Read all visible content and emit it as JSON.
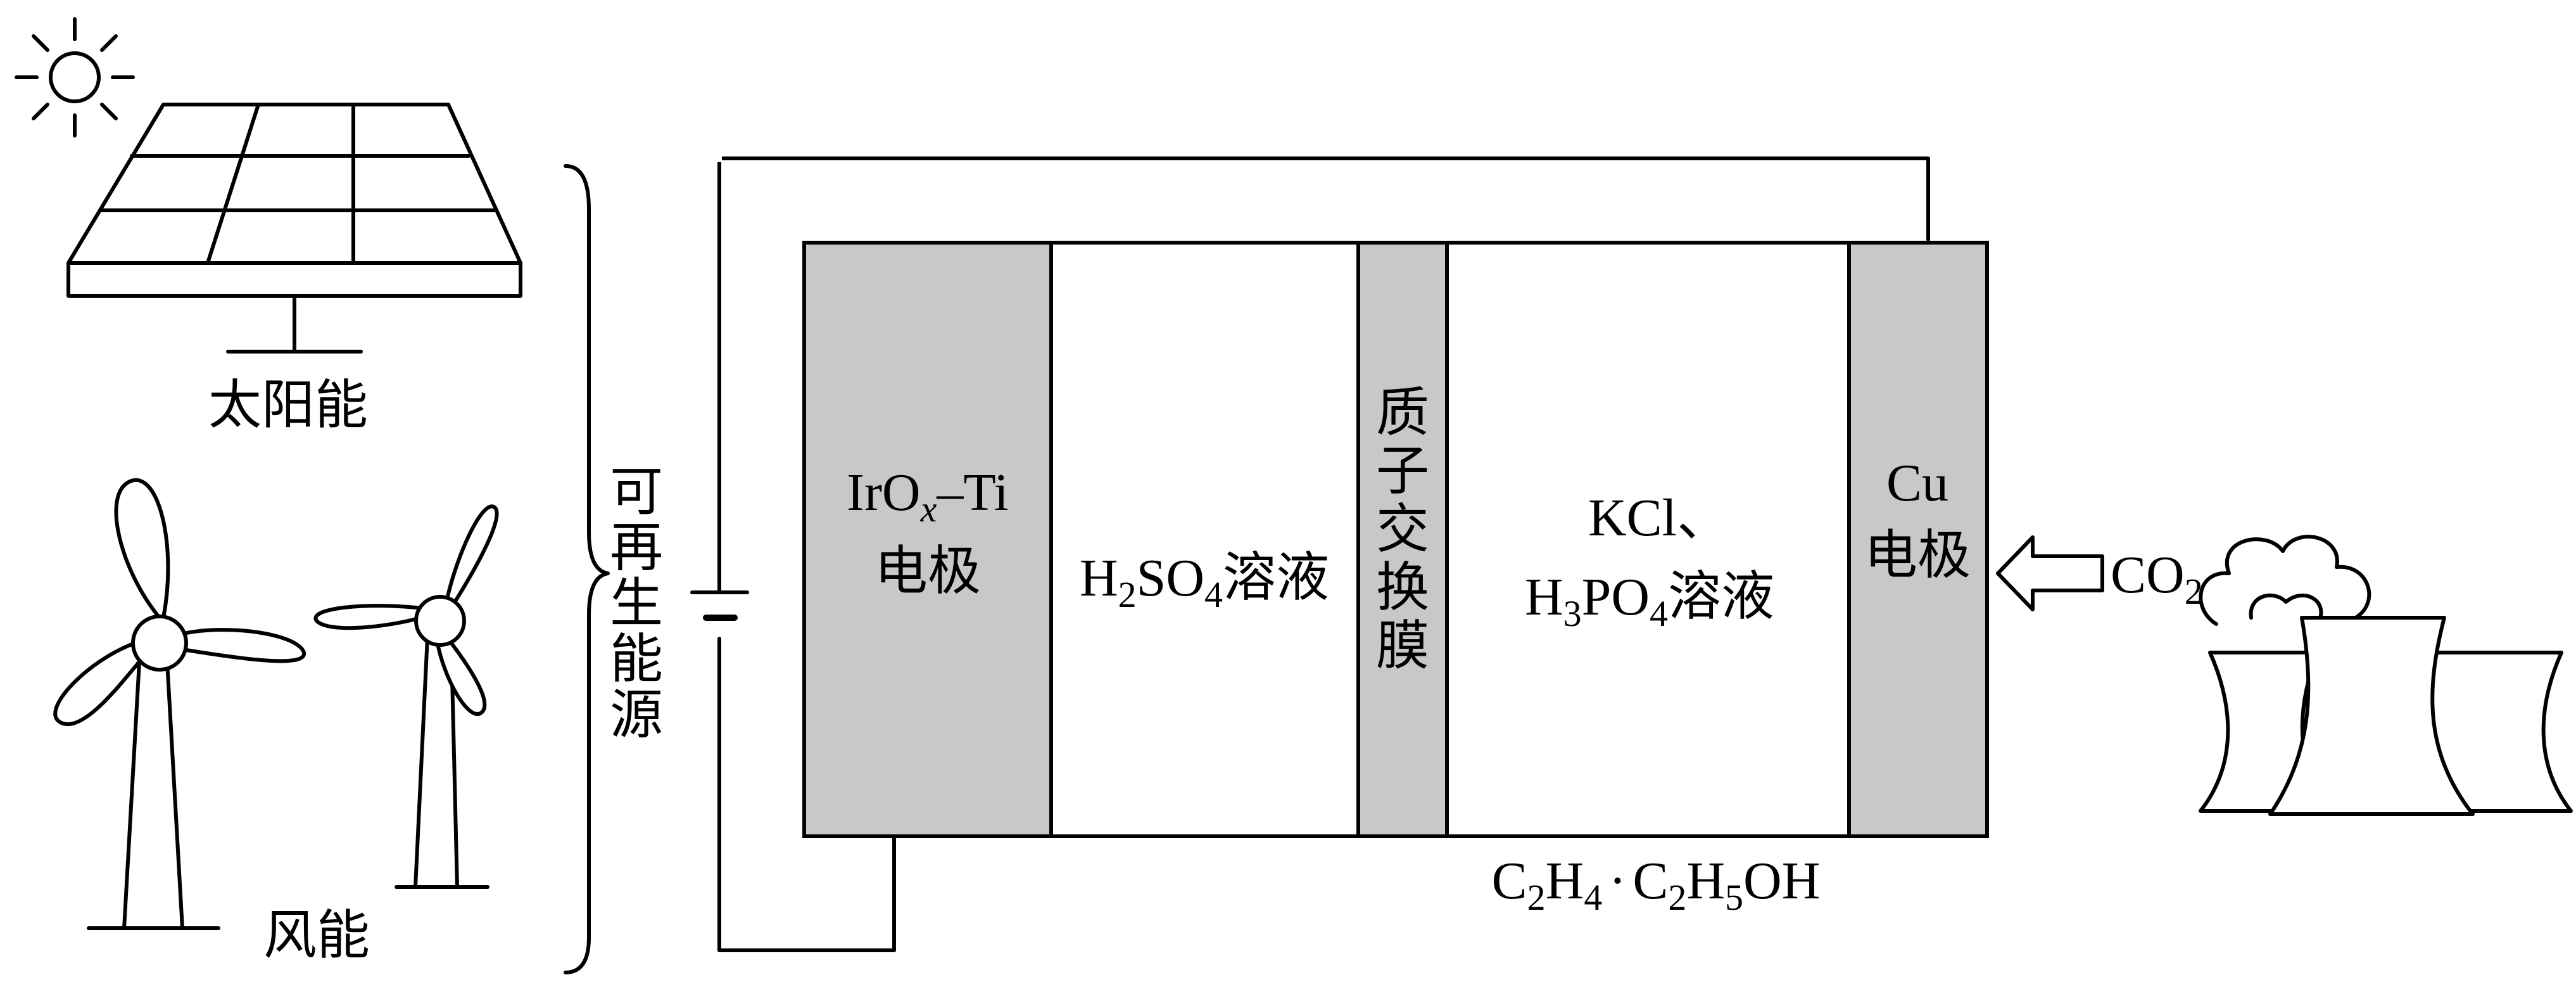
{
  "labels": {
    "solar": "太阳能",
    "wind": "风能",
    "renewable": [
      "可",
      "再",
      "生",
      "能",
      "源"
    ],
    "anode": {
      "line1": "IrO",
      "sub": "x",
      "line1_rest": "–Ti",
      "line2": "电极"
    },
    "anolyte": {
      "pre": "H",
      "s1": "2",
      "mid": "SO",
      "s2": "4",
      "post": "溶液"
    },
    "membrane": [
      "质",
      "子",
      "交",
      "换",
      "膜"
    ],
    "catholyte": {
      "line1": "KCl、",
      "pre": "H",
      "s1": "3",
      "mid": "PO",
      "s2": "4",
      "post": "溶液"
    },
    "cathode": {
      "line1": "Cu",
      "line2": "电极"
    },
    "co2": {
      "main": "CO",
      "sub": "2"
    },
    "products": {
      "a": "C",
      "a1": "2",
      "b": "H",
      "b1": "4",
      "dot": "·",
      "c": "C",
      "c1": "2",
      "d": "H",
      "d1": "5",
      "e": "OH"
    }
  },
  "icons": [
    "sun-icon",
    "solar-panel-icon",
    "wind-turbine-icon",
    "factory-chimney-icon",
    "arrow-right-icon",
    "battery-icon"
  ],
  "colors": {
    "electrode": "#c8c8c8",
    "line": "#000000",
    "background": "#ffffff"
  }
}
